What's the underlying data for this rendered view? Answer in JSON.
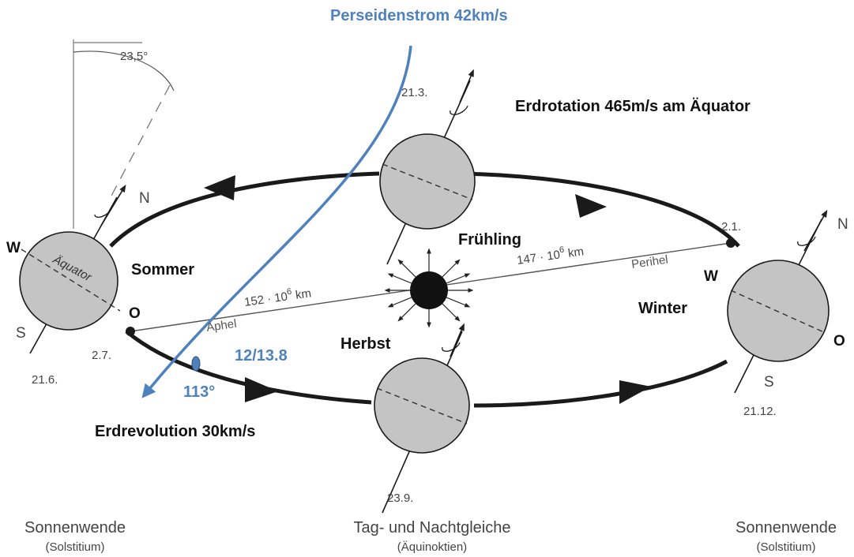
{
  "annotations": {
    "perseid_stream": "Perseidenstrom 42km/s",
    "earth_rotation": "Erdrotation 465m/s am Äquator",
    "earth_revolution": "Erdrevolution 30km/s",
    "ratio": "12/13.8",
    "angle": "113°"
  },
  "axial_tilt": "23,5°",
  "seasons": {
    "summer": "Sommer",
    "spring": "Frühling",
    "autumn": "Herbst",
    "winter": "Winter"
  },
  "directions": {
    "north": "N",
    "south": "S",
    "west": "W",
    "east": "O"
  },
  "equator_label": "Äquator",
  "orbit": {
    "aphelion_label": "Aphel",
    "perihelion_label": "Perihel",
    "aphelion_distance": "152 · 10",
    "perihelion_distance": "147 · 10",
    "exponent": "6",
    "unit": "km"
  },
  "dates": {
    "aphelion_date": "2.7.",
    "perihelion_date": "2.1.",
    "summer_solstice": "21.6.",
    "spring_equinox": "21.3.",
    "autumn_equinox": "23.9.",
    "winter_solstice": "21.12."
  },
  "bottom_labels": {
    "left_main": "Sonnenwende",
    "left_sub": "(Solstitium)",
    "center_main": "Tag- und Nachtgleiche",
    "center_sub": "(Äquinoktien)",
    "right_main": "Sonnenwende",
    "right_sub": "(Solstitium)"
  },
  "colors": {
    "accent_blue": "#4f81bd",
    "globe_fill": "#c4c4c4",
    "ink": "#1a1a1a"
  }
}
